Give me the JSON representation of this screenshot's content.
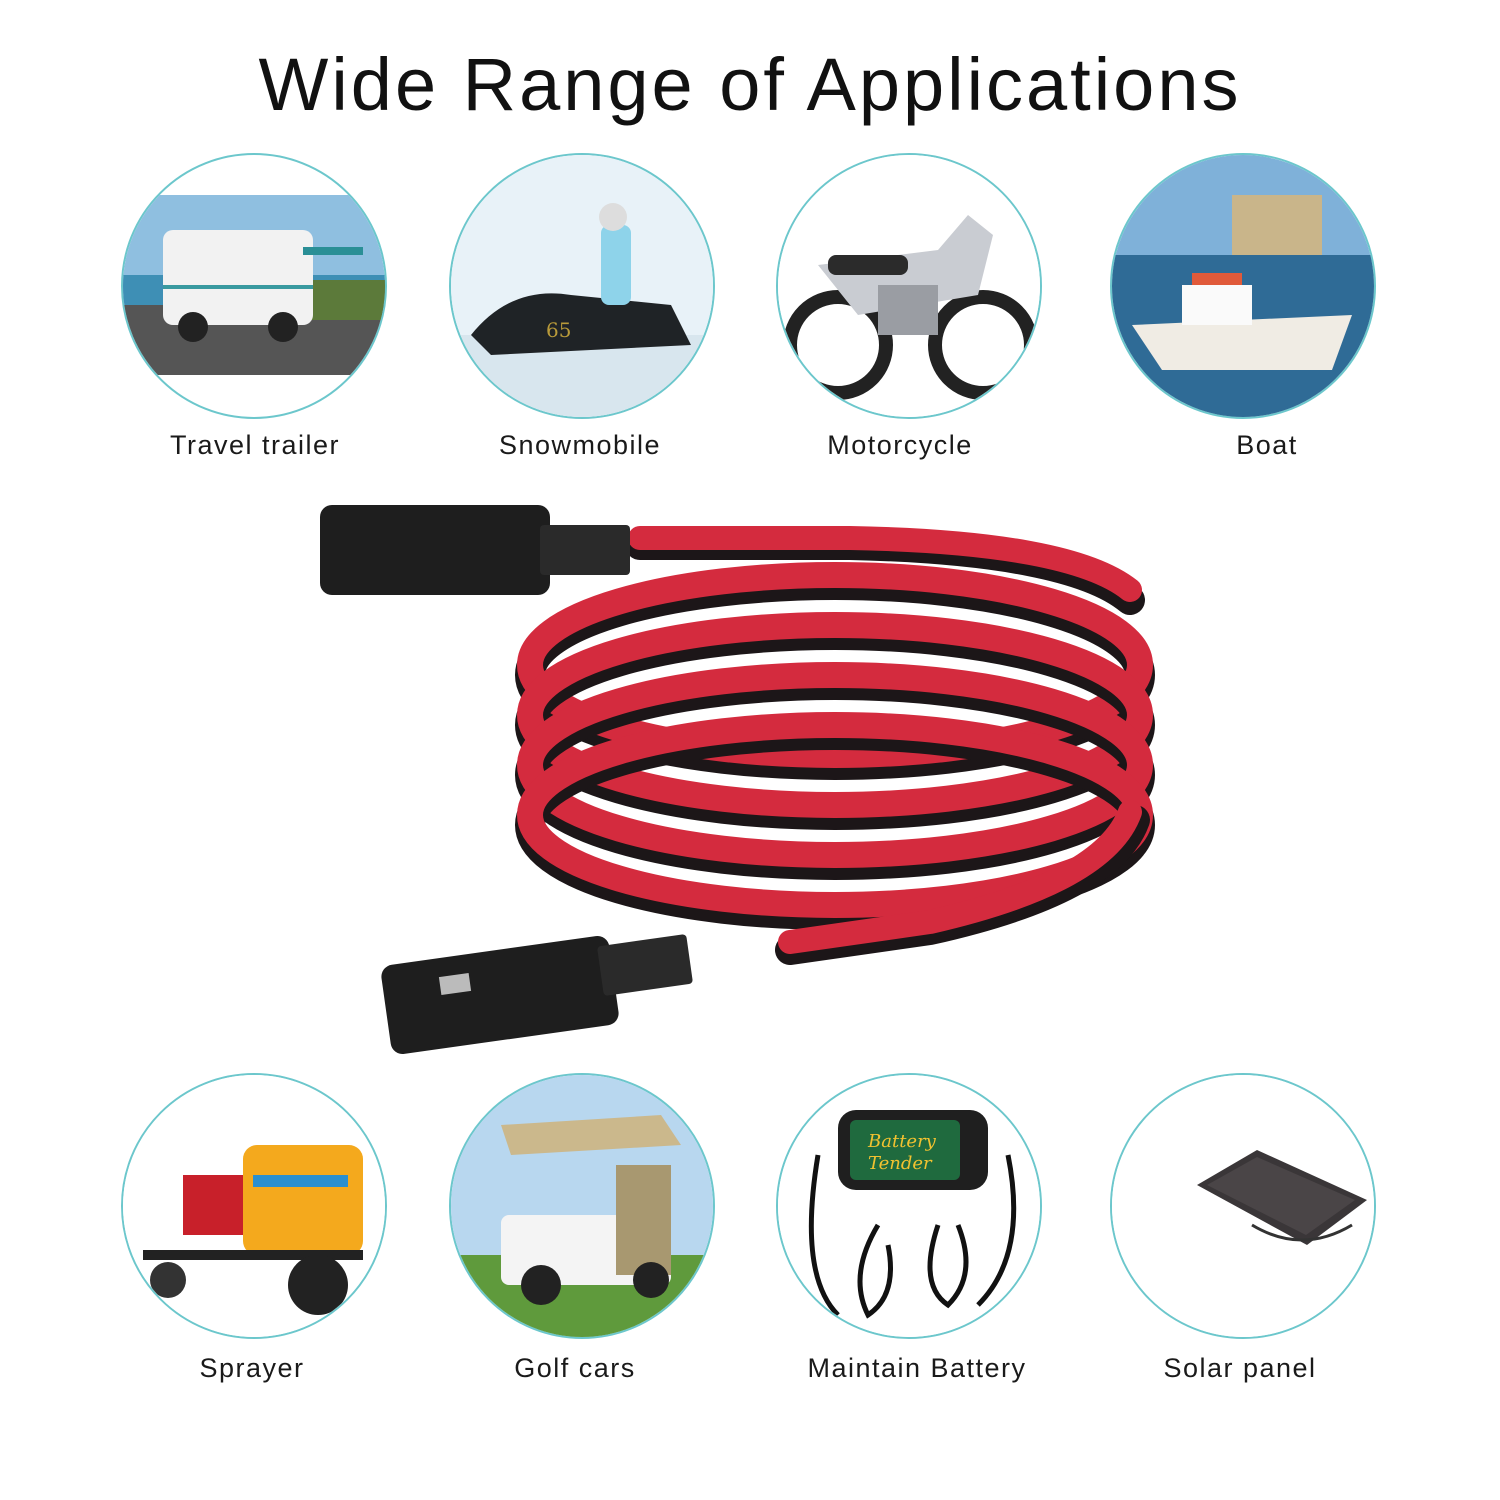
{
  "title": "Wide Range of Applications",
  "top_row": [
    {
      "label": "Travel trailer",
      "icon": "rv-camper-icon"
    },
    {
      "label": "Snowmobile",
      "icon": "snowmobile-icon"
    },
    {
      "label": "Motorcycle",
      "icon": "motorcycle-icon"
    },
    {
      "label": "Boat",
      "icon": "boat-icon"
    }
  ],
  "bottom_row": [
    {
      "label": "Sprayer",
      "icon": "sprayer-icon"
    },
    {
      "label": "Golf cars",
      "icon": "golf-cart-icon"
    },
    {
      "label": "Maintain Battery",
      "icon": "battery-charger-icon"
    },
    {
      "label": "Solar panel",
      "icon": "solar-panel-icon"
    }
  ],
  "product": {
    "name": "sae-extension-cable",
    "colors": {
      "red": "#d42b3e",
      "black": "#1c1618"
    }
  },
  "colors": {
    "circle_border": "#6cc7cc",
    "text": "#111111",
    "background": "#ffffff"
  }
}
